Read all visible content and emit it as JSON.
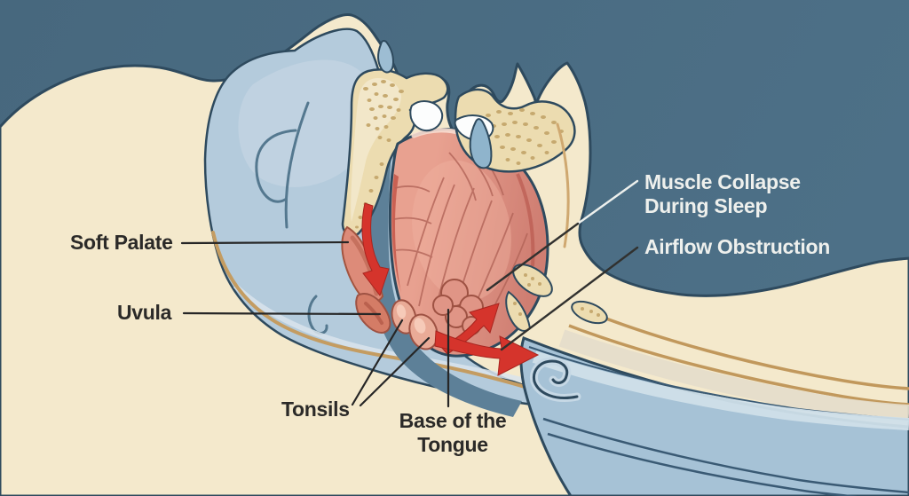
{
  "figure": {
    "description_labels": {
      "soft_palate": {
        "text": "Soft Palate"
      },
      "uvula": {
        "text": "Uvula"
      },
      "tonsils": {
        "text": "Tonsils"
      },
      "base_of_tongue": {
        "line1": "Base of the",
        "line2": "Tongue"
      },
      "muscle_collapse": {
        "line1": "Muscle Collapse",
        "line2": "During Sleep"
      },
      "airflow_obstruction": {
        "text": "Airflow Obstruction"
      }
    },
    "colors": {
      "background": "#4a6b82",
      "skin_cream": "#f4e9cc",
      "skull_blue": "#b4cbdc",
      "pharynx_blue": "#5d8098",
      "airway_tube_blue": "#a6c2d6",
      "bone_beige": "#ecdcb0",
      "tongue_pink": "#e59c8d",
      "uvula_pink": "#d47c66",
      "tonsil_pink": "#e9ab97",
      "arrow_red": "#d5342c",
      "outline_navy": "#2e4a5e",
      "skin_line_tan": "#c49c61",
      "label_dark": "#2b2a28",
      "label_light": "#eef0ed"
    }
  }
}
